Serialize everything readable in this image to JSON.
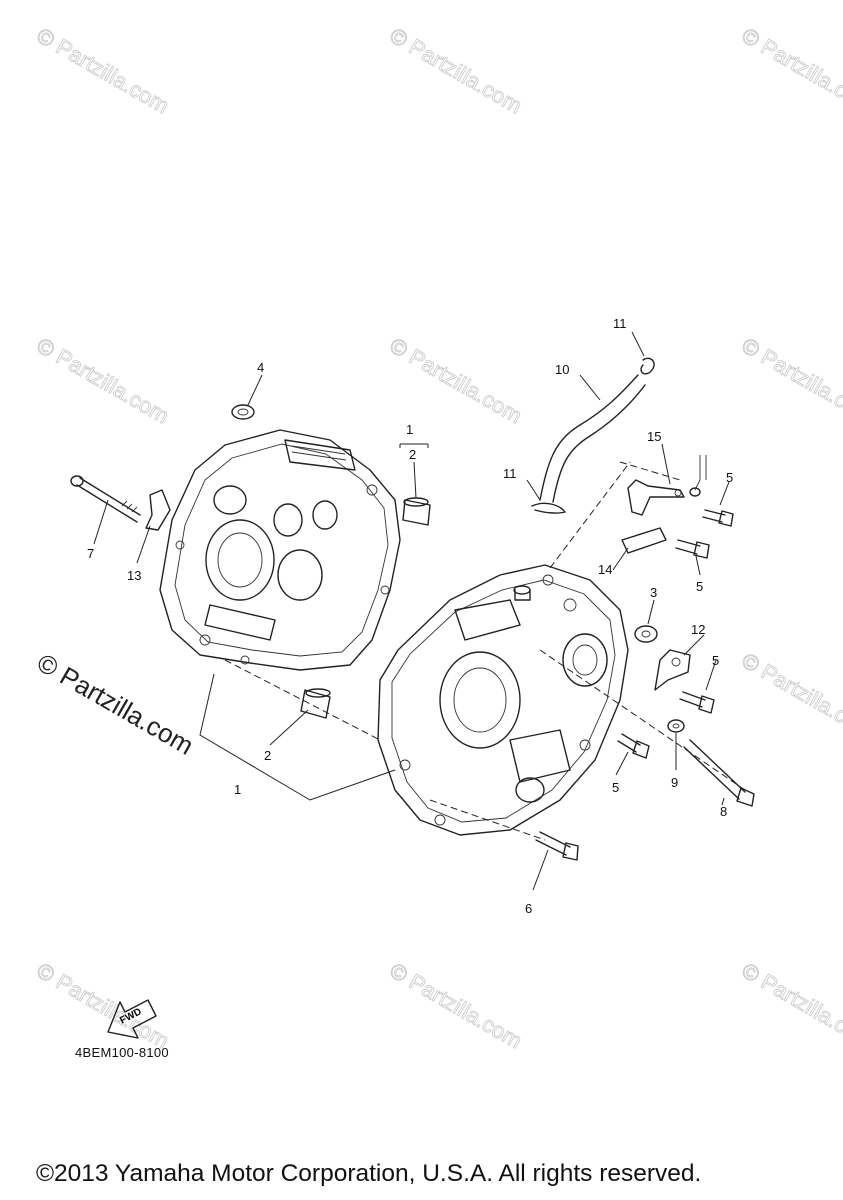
{
  "watermark": {
    "text": "© Partzilla.com"
  },
  "diagram": {
    "callouts": [
      {
        "id": "c1a",
        "label": "1"
      },
      {
        "id": "c2a",
        "label": "2"
      },
      {
        "id": "c1b",
        "label": "1"
      },
      {
        "id": "c2b",
        "label": "2"
      },
      {
        "id": "c3",
        "label": "3"
      },
      {
        "id": "c4",
        "label": "4"
      },
      {
        "id": "c5a",
        "label": "5"
      },
      {
        "id": "c5b",
        "label": "5"
      },
      {
        "id": "c5c",
        "label": "5"
      },
      {
        "id": "c5d",
        "label": "5"
      },
      {
        "id": "c6",
        "label": "6"
      },
      {
        "id": "c7",
        "label": "7"
      },
      {
        "id": "c8",
        "label": "8"
      },
      {
        "id": "c9",
        "label": "9"
      },
      {
        "id": "c10",
        "label": "10"
      },
      {
        "id": "c11a",
        "label": "11"
      },
      {
        "id": "c11b",
        "label": "11"
      },
      {
        "id": "c12",
        "label": "12"
      },
      {
        "id": "c13",
        "label": "13"
      },
      {
        "id": "c14",
        "label": "14"
      },
      {
        "id": "c15",
        "label": "15"
      }
    ],
    "fwd_label": "FWD",
    "code": "4BEM100-8100"
  },
  "footer": {
    "copyright": "©2013 Yamaha Motor Corporation, U.S.A. All rights reserved."
  }
}
